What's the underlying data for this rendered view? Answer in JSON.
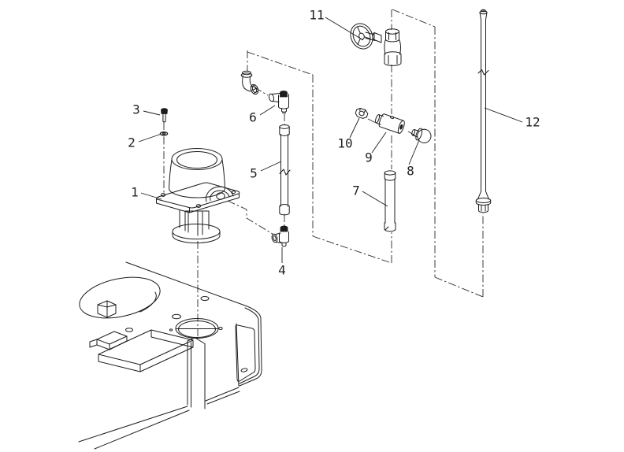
{
  "diagram": {
    "background_color": "#ffffff",
    "line_color": "#1c1c1c",
    "callouts": [
      {
        "number": "1"
      },
      {
        "number": "2"
      },
      {
        "number": "3"
      },
      {
        "number": "4"
      },
      {
        "number": "5"
      },
      {
        "number": "6"
      },
      {
        "number": "7"
      },
      {
        "number": "8"
      },
      {
        "number": "9"
      },
      {
        "number": "10"
      },
      {
        "number": "11"
      },
      {
        "number": "12"
      }
    ]
  }
}
